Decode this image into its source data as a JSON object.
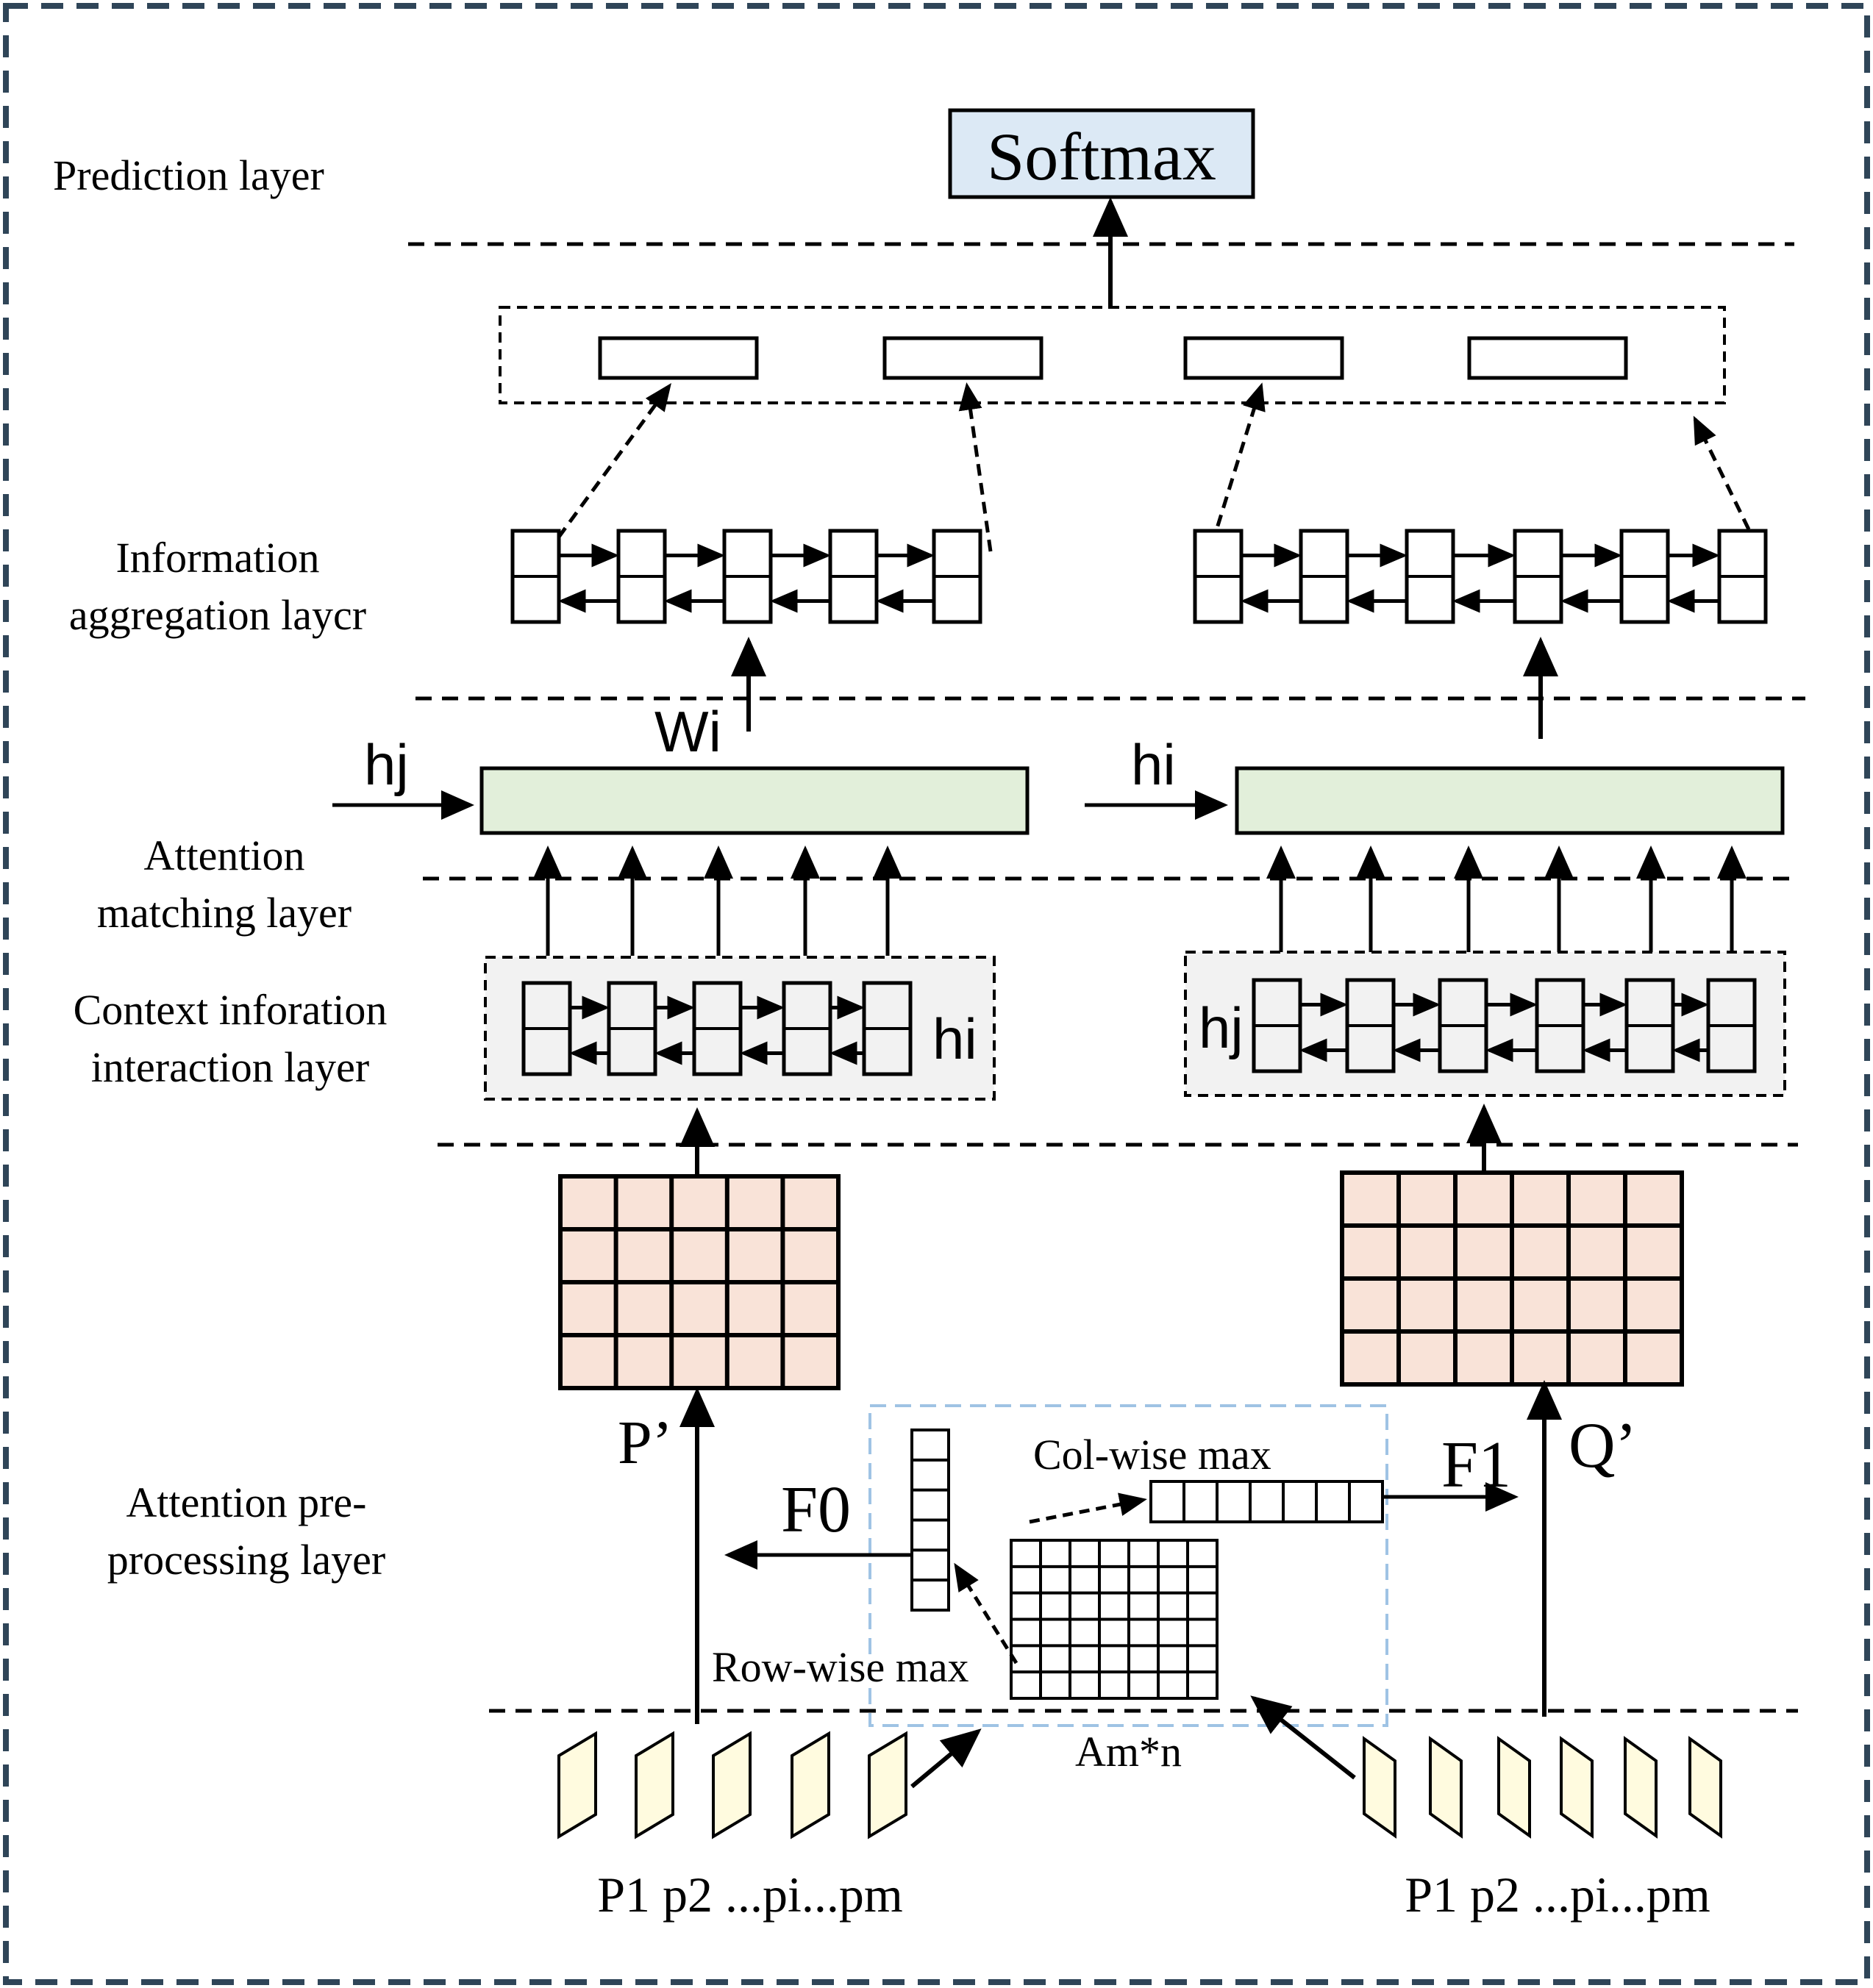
{
  "layers": {
    "prediction": "Prediction layer",
    "aggregation_line1": "Information",
    "aggregation_line2": "aggregation laycr",
    "attention_line1": "Attention",
    "attention_line2": "matching layer",
    "context_line1": "Context inforation",
    "context_line2": "interaction layer",
    "preproc_line1": "Attention pre-",
    "preproc_line2": "processing layer"
  },
  "softmax": "Softmax",
  "labels": {
    "hj_left": "hj",
    "wi": "Wi",
    "hi_mid": "hi",
    "hi_context": "hi",
    "hj_context": "hj",
    "p_prime": "P’",
    "q_prime": "Q’",
    "f0": "F0",
    "f1": "F1",
    "col_wise": "Col-wise max",
    "row_wise": "Row-wise max",
    "amn": "Am*n",
    "seq_left": "P1 p2 ...pi...pm",
    "seq_right": "P1 p2 ...pi...pm"
  },
  "colors": {
    "border": "#2f4558",
    "softmax_fill": "#dce9f5",
    "match_fill": "#e2efda",
    "matrix_fill": "#f9e3d8",
    "context_fill": "#f2f2f2",
    "token_fill": "#fffbdf",
    "preproc_border": "#9fc3e4"
  }
}
